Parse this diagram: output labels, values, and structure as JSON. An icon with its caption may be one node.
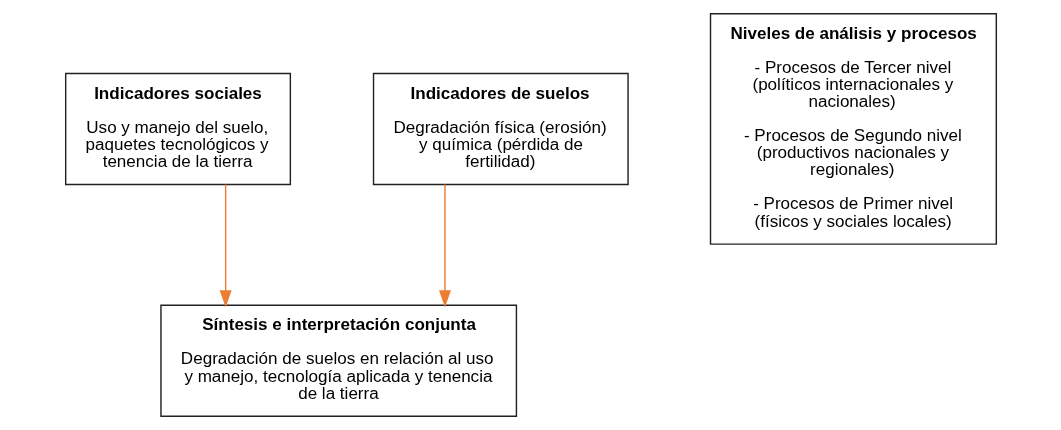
{
  "diagram": {
    "nodes": [
      {
        "text": [
          "Indicadores sociales",
          "Uso y manejo del suelo, paquetes tecnológicos y tenencia de la tierra"
        ]
      },
      {
        "text": [
          "Indicadores de suelos",
          "Degradación física (erosión) y química (pérdida de fertilidad)"
        ]
      },
      {
        "text": [
          "Síntesis e interpretación conjunta",
          "Degradación de suelos en relación al uso y manejo, tecnología aplicada y tenencia de la tierra"
        ]
      },
      {
        "text": [
          "Niveles de análisis y procesos",
          "- Procesos de Tercer nivel (políticos internacionales y nacionales)",
          "- Procesos de Segundo nivel (productivos nacionales y regionales)",
          "- Procesos de Primer nivel (físicos y sociales locales)"
        ]
      }
    ],
    "edges": [
      {
        "from": 0,
        "to": 2,
        "arrow": "to",
        "color": "#ed7d31"
      },
      {
        "from": 1,
        "to": 2,
        "arrow": "to",
        "color": "#ed7d31"
      }
    ]
  }
}
